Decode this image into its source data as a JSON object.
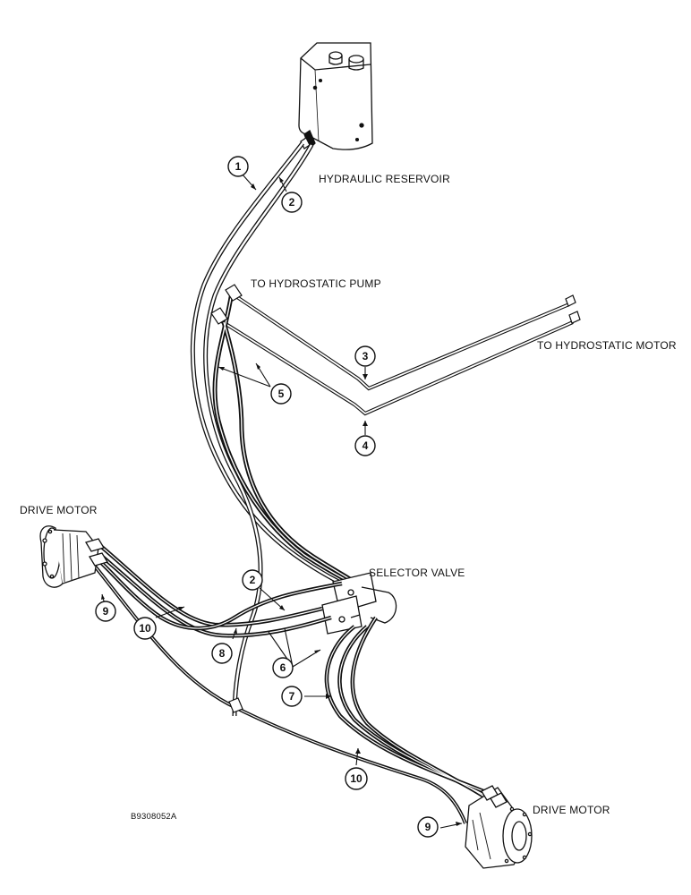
{
  "labels": {
    "hydraulic_reservoir": "HYDRAULIC RESERVOIR",
    "to_hydrostatic_pump": "TO HYDROSTATIC PUMP",
    "to_hydrostatic_motor": "TO HYDROSTATIC MOTOR",
    "drive_motor_left": "DRIVE MOTOR",
    "drive_motor_right": "DRIVE MOTOR",
    "selector_valve": "SELECTOR VALVE",
    "figure_id": "B9308052A"
  },
  "callouts": {
    "c1": "1",
    "c2a": "2",
    "c2b": "2",
    "c3": "3",
    "c4": "4",
    "c5": "5",
    "c6": "6",
    "c7": "7",
    "c8": "8",
    "c9a": "9",
    "c9b": "9",
    "c10a": "10",
    "c10b": "10"
  },
  "colors": {
    "line": "#111111",
    "background": "#ffffff"
  }
}
